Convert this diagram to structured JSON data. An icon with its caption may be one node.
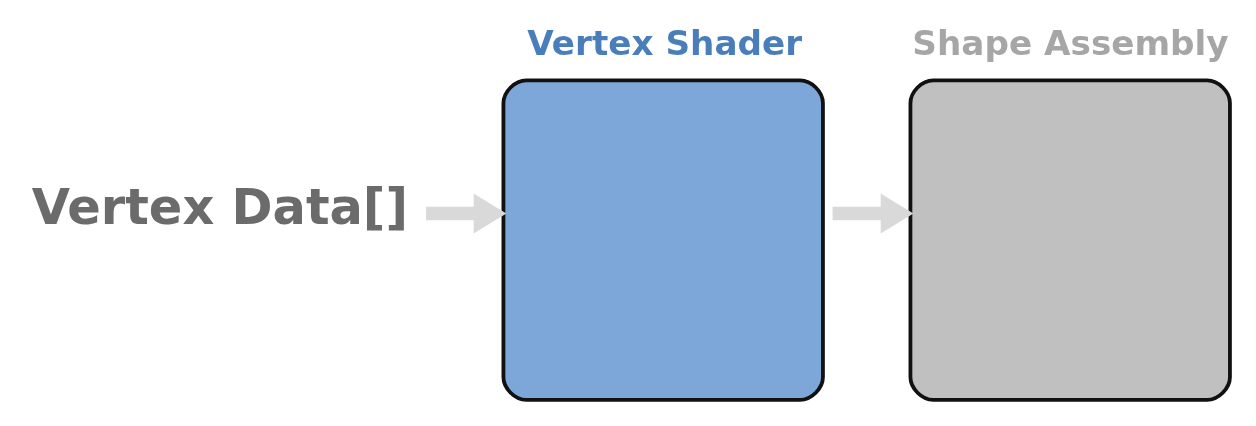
{
  "diagram": {
    "nodes": [
      {
        "text": [
          "Vertex Data[]"
        ]
      },
      {
        "text": [
          "Vertex Shader"
        ]
      },
      {
        "text": [
          "Shape Assembly"
        ]
      }
    ],
    "edges": [
      {
        "from": 0,
        "to": 1,
        "arrow": "to"
      },
      {
        "from": 1,
        "to": 2,
        "arrow": "to"
      }
    ]
  }
}
